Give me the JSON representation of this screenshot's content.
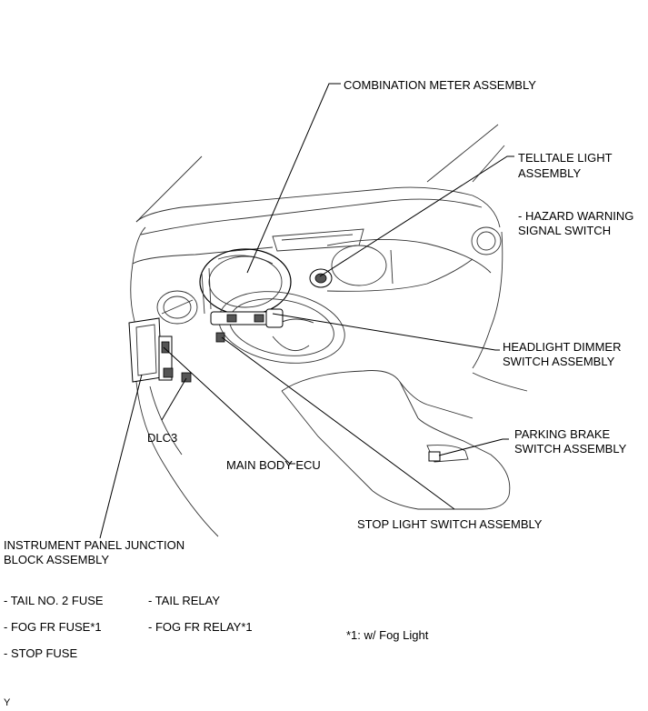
{
  "labels": {
    "combination_meter": "COMBINATION METER ASSEMBLY",
    "telltale_l1": "TELLTALE LIGHT",
    "telltale_l2": "ASSEMBLY",
    "hazard_l1": "- HAZARD WARNING",
    "hazard_l2": "SIGNAL SWITCH",
    "headlight_l1": "HEADLIGHT DIMMER",
    "headlight_l2": "SWITCH ASSEMBLY",
    "parking_l1": "PARKING BRAKE",
    "parking_l2": "SWITCH ASSEMBLY",
    "dlc3": "DLC3",
    "main_body_ecu": "MAIN BODY ECU",
    "stop_light": "STOP LIGHT SWITCH ASSEMBLY",
    "ipjb_l1": "INSTRUMENT PANEL JUNCTION",
    "ipjb_l2": "BLOCK ASSEMBLY"
  },
  "fuses": {
    "tail_no2_fuse": "- TAIL NO. 2 FUSE",
    "tail_relay": "- TAIL RELAY",
    "fog_fr_fuse": "- FOG FR FUSE*1",
    "fog_fr_relay": "- FOG FR RELAY*1",
    "stop_fuse": "- STOP FUSE"
  },
  "footnote": "*1: w/ Fog Light",
  "corner_mark": "Y"
}
